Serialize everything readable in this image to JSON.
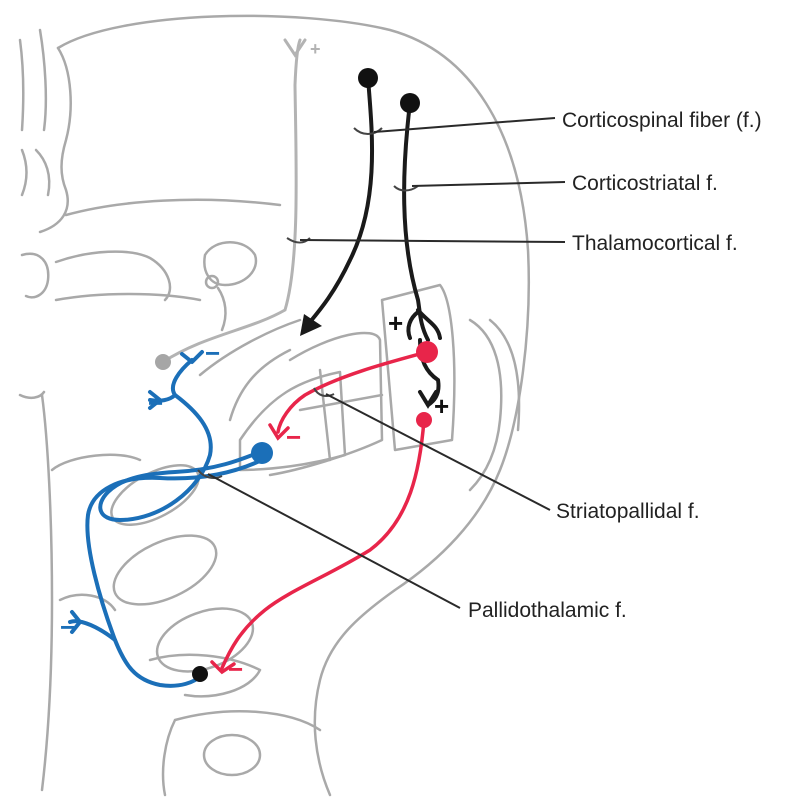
{
  "labels": {
    "corticospinal": "Corticospinal fiber (f.)",
    "corticostriatal": "Corticostriatal f.",
    "thalamocortical": "Thalamocortical f.",
    "striatopallidal": "Striatopallidal f.",
    "pallidothalamic": "Pallidothalamic f."
  },
  "signs": {
    "plus": "+",
    "minus": "−"
  },
  "colors": {
    "outline": "#a9a9a9",
    "corticospinal": "#1a1a1a",
    "striatal": "#e8254a",
    "pallidal": "#1b6fb8",
    "thalamic": "#b3b3b3",
    "subthalamic": "#111111"
  }
}
